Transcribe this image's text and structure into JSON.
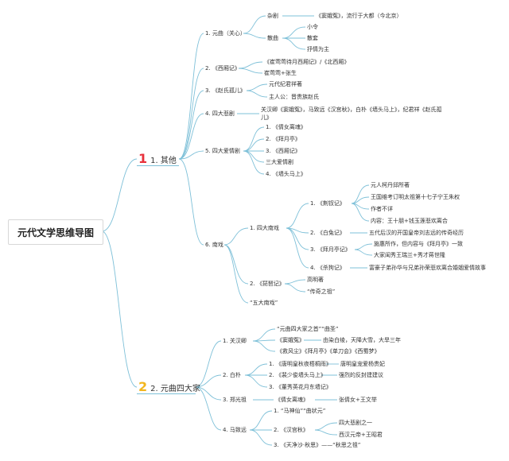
{
  "title": "元代文学思维导图",
  "colors": {
    "line": "#7ec0d8",
    "badge1": "#e8313b",
    "badge2": "#f2b61e"
  },
  "b1": {
    "badge": "1",
    "label": "1. 其他",
    "n1": {
      "label": "1. 元曲（关心）",
      "zaju": "杂剧",
      "zaju_note": "《窦娥冤》，流行于大都（今北京）",
      "sanqu": "散曲",
      "sanqu_items": [
        "小令",
        "散套",
        "抒情为主"
      ]
    },
    "n2": {
      "label": "2. 《西厢记》",
      "items": [
        "《崔莺莺待月西厢记》/《北西厢》",
        "崔莺莺+张生"
      ]
    },
    "n3": {
      "label": "3. 《赵氏孤儿》",
      "items": [
        "元代纪君祥著",
        "主人公：晋贵族赵氏"
      ]
    },
    "n4": {
      "label": "4. 四大悲剧",
      "lines": [
        "关汉卿《窦娥冤》，马致远《汉宫秋》，白朴《墙头马上》，纪君祥《赵氏孤",
        "儿》"
      ]
    },
    "n5": {
      "label": "5. 四大爱情剧",
      "items": [
        "1. 《倩女离魂》",
        "2. 《拜月亭》",
        "3. 《西厢记》",
        "三大爱情剧",
        "4. 《墙头马上》"
      ]
    },
    "n6": {
      "label": "6. 南戏",
      "sub1": {
        "label": "1. 四大南戏",
        "p1": {
          "label": "1. 《荆钗记》",
          "items": [
            "元人柯丹邱所著",
            "王国维考订明太祖第十七子宁王朱权",
            "作者不详",
            "内容：王十朋+钱玉莲悲欢离合"
          ]
        },
        "p2": {
          "label": "2. 《白兔记》",
          "note": "五代后汉的开国皇帝刘志远的传奇经历"
        },
        "p3": {
          "label": "3. 《拜月亭记》",
          "items": [
            "施惠所作，但内容与《拜月亭》一致",
            "大家闺秀王瑞兰+秀才蒋世隆"
          ]
        },
        "p4": {
          "label": "4. 《杀狗记》",
          "note": "富豪子弟孙华与兄弟孙荣悲欢离合婚姻爱情故事"
        }
      },
      "sub2": {
        "label": "2. 《琵琶记》",
        "items": [
          "高明著",
          "“传奇之祖”"
        ]
      },
      "sub3": "“五大南戏”"
    }
  },
  "b2": {
    "badge": "2",
    "label": "2. 元曲四大家",
    "guan": {
      "label": "1. 关汉卿",
      "a": "“元曲四大家之首”“曲圣”",
      "b": "《窦娥冤》",
      "b_note": "由染白绫，天降大雪，大旱三年",
      "c": "《救风尘》《拜月亭》《单刀会》《西蜀梦》"
    },
    "bai": {
      "label": "2. 白朴",
      "a": "1. 《唐明皇秋夜梧桐雨》",
      "a_note": "唐明皇宠爱杨贵妃",
      "b": "2. 《裴少俊墙头马上》",
      "b_note": "强烈的反封建建议",
      "c": "3. 《董秀英花月东墙记》"
    },
    "zheng": {
      "label": "3. 郑光祖",
      "a": "《倩女离魂》",
      "a_note": "张倩女+王文举"
    },
    "ma": {
      "label": "4. 马致远",
      "a": "1. “马神仙”“曲状元”",
      "b": "2. 《汉宫秋》",
      "b_items": [
        "四大悲剧之一",
        "西汉元帝+王昭君"
      ],
      "c": "3. 《天净沙·秋思》——“秋思之祖”"
    }
  }
}
